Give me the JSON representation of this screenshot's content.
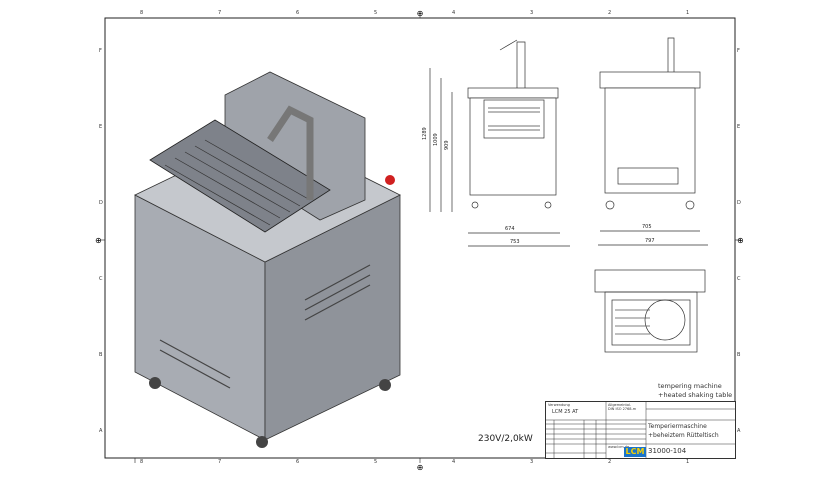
{
  "frame": {
    "columns": [
      "8",
      "7",
      "6",
      "5",
      "4",
      "3",
      "2",
      "1"
    ],
    "rows": [
      "F",
      "E",
      "D",
      "C",
      "B",
      "A"
    ]
  },
  "dimensions": {
    "overall_height": "1289",
    "table_height": "1009",
    "body_height": "909",
    "front_depth_inner": "674",
    "front_depth_outer": "753",
    "side_width_inner": "705",
    "side_width_outer": "797"
  },
  "power_rating": "230V/2,0kW",
  "title_block": {
    "english_title_line1": "tempering machine",
    "english_title_line2": "+heated shaking table",
    "usage_label": "Verwendung",
    "usage_value": "LCM 25 AT",
    "tolerance_label": "Allgemeintol.",
    "tolerance_value": "DIN ISO 2768-m",
    "website": "www.lcm.de",
    "logo": "LCM",
    "german_title_line1": "Temperiermaschine",
    "german_title_line2": "+beheiztem Rütteltisch",
    "drawing_number": "31000-104"
  },
  "colors": {
    "logo_bg": "#1a74c9",
    "logo_text": "#f5d000",
    "machine": "#9a9ea6",
    "machine_dark": "#5d6168"
  }
}
